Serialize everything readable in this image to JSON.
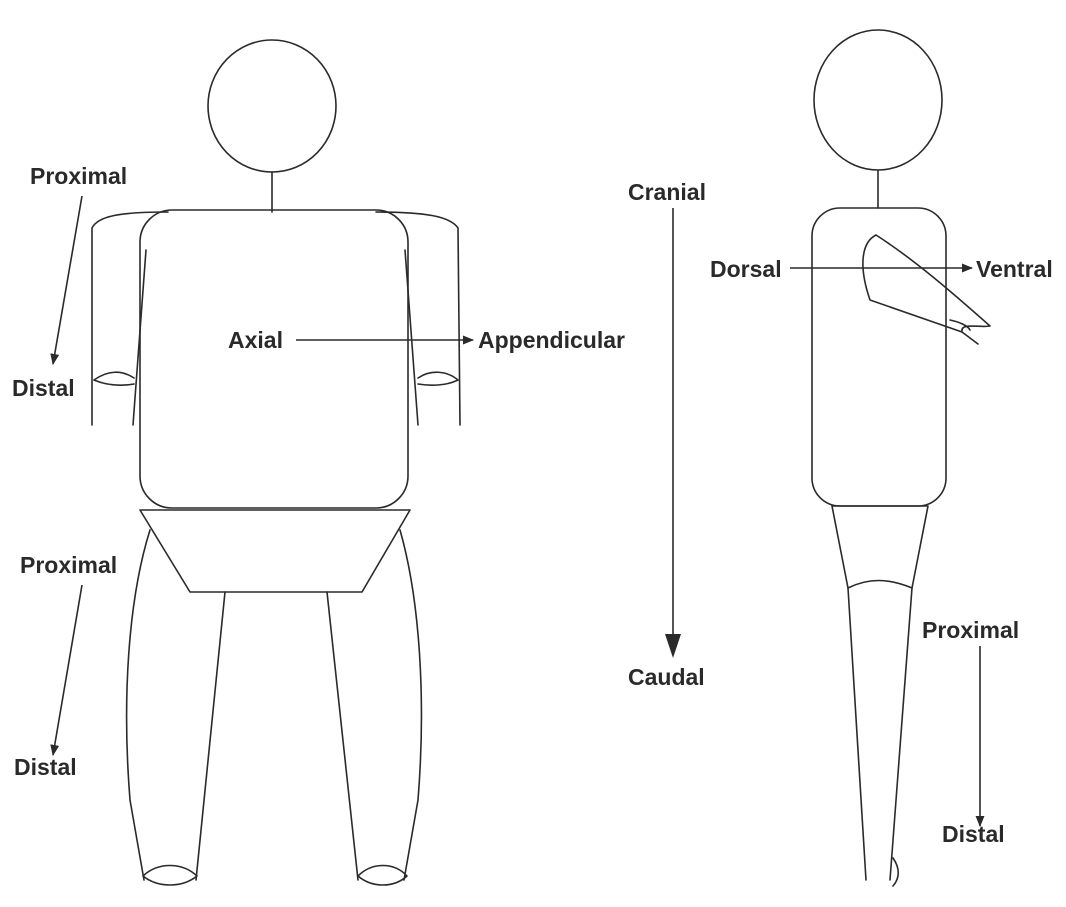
{
  "labels": {
    "front_arm_proximal": "Proximal",
    "front_arm_distal": "Distal",
    "axial": "Axial",
    "appendicular": "Appendicular",
    "front_leg_proximal": "Proximal",
    "front_leg_distal": "Distal",
    "cranial": "Cranial",
    "caudal": "Caudal",
    "dorsal": "Dorsal",
    "ventral": "Ventral",
    "side_leg_proximal": "Proximal",
    "side_leg_distal": "Distal"
  },
  "colors": {
    "line": "#2a2a2a",
    "background": "#ffffff"
  }
}
